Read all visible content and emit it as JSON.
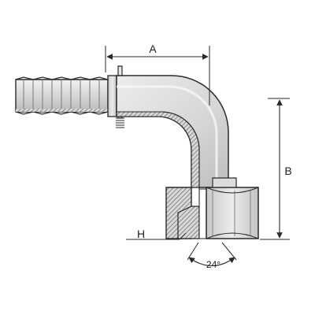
{
  "drawing": {
    "dimension_a": "A",
    "dimension_b": "B",
    "dimension_h": "H",
    "angle": "24°"
  },
  "colors": {
    "line": "#2a2a2a",
    "metal_light": "#e4e4e4",
    "metal_mid": "#cfcfcf",
    "metal_dark": "#b4b4b4",
    "hatch": "#6a6a6a",
    "background": "#ffffff"
  }
}
